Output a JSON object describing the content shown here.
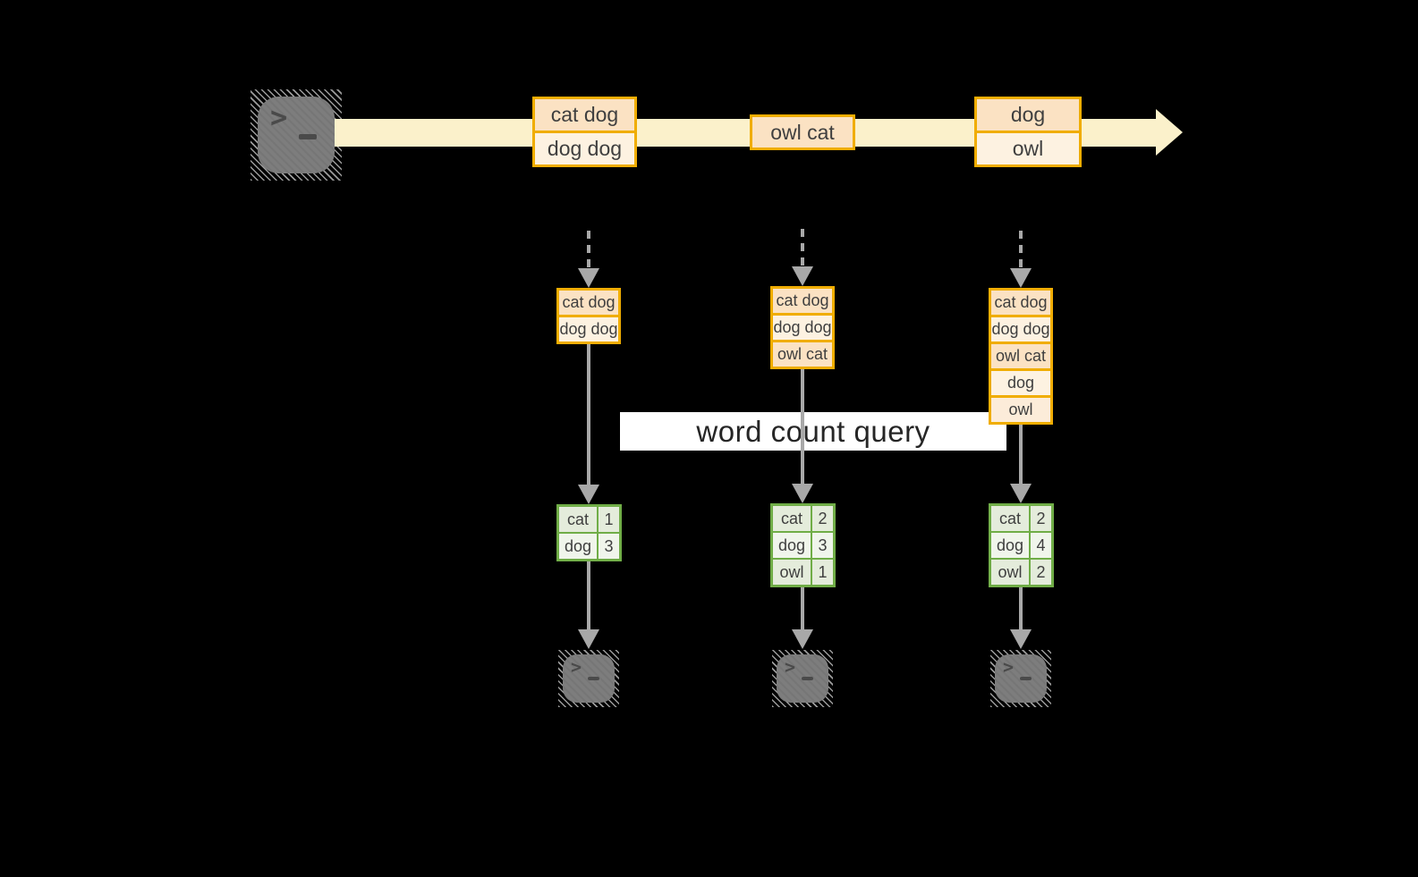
{
  "palette": {
    "background": "#000000",
    "gold_border": "#F0AD00",
    "band_cream": "#FBF1CB",
    "cell_peach": "#FBE2C3",
    "cell_cream": "#FDF2E1",
    "green_border": "#70AD47",
    "green_cell_dark": "#E4ECDB",
    "green_cell_light": "#F0F5EB",
    "arrow_gray": "#A8A8A8",
    "terminal_gray": "#7D7D7D",
    "text": "#3F3F3F"
  },
  "stream": {
    "source_icon": "terminal-icon",
    "batches": [
      {
        "cells": [
          "cat dog",
          "dog dog"
        ]
      },
      {
        "cells": [
          "owl cat"
        ]
      },
      {
        "cells": [
          "dog",
          "owl"
        ]
      }
    ]
  },
  "windows": [
    {
      "cells": [
        "cat dog",
        "dog dog"
      ]
    },
    {
      "cells": [
        "cat dog",
        "dog dog",
        "owl cat"
      ]
    },
    {
      "cells": [
        "cat dog",
        "dog dog",
        "owl cat",
        "dog",
        "owl"
      ]
    }
  ],
  "query": {
    "label": "word count query"
  },
  "results": [
    {
      "rows": [
        {
          "word": "cat",
          "count": "1"
        },
        {
          "word": "dog",
          "count": "3"
        }
      ]
    },
    {
      "rows": [
        {
          "word": "cat",
          "count": "2"
        },
        {
          "word": "dog",
          "count": "3"
        },
        {
          "word": "owl",
          "count": "1"
        }
      ]
    },
    {
      "rows": [
        {
          "word": "cat",
          "count": "2"
        },
        {
          "word": "dog",
          "count": "4"
        },
        {
          "word": "owl",
          "count": "2"
        }
      ]
    }
  ],
  "sinks": [
    {
      "icon": "terminal-icon"
    },
    {
      "icon": "terminal-icon"
    },
    {
      "icon": "terminal-icon"
    }
  ]
}
